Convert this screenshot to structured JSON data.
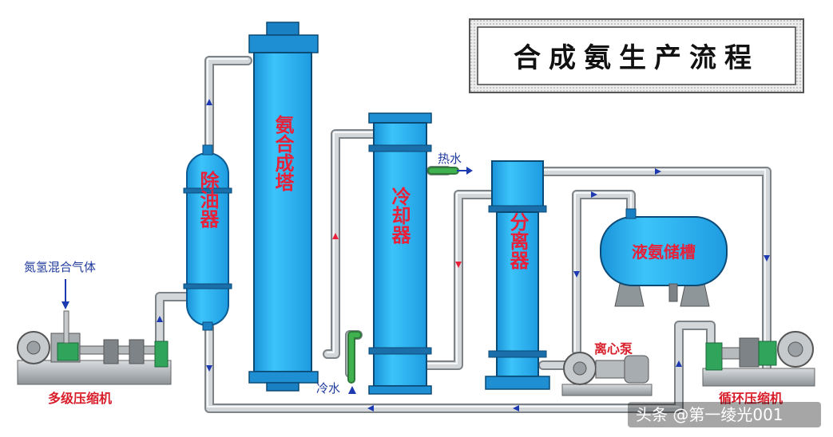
{
  "title": "合成氨生产流程",
  "equipment": {
    "oil_separator": "除油器",
    "synthesis_tower": "氨合成塔",
    "cooler": "冷却器",
    "separator": "分离器",
    "storage_tank": "液氨储槽",
    "centrifugal_pump": "离心泵",
    "multistage_compressor": "多级压缩机",
    "circulation_compressor": "循环压缩机"
  },
  "streams": {
    "feed_gas": "氮氢混合气体",
    "hot_water": "热水",
    "cold_water": "冷水"
  },
  "watermark": "头条 @第一绫光001",
  "colors": {
    "vessel": "#29b3f0",
    "pipe": "#cfd3d6",
    "label": "#e8203a",
    "arrow": "#1e3ab0"
  }
}
